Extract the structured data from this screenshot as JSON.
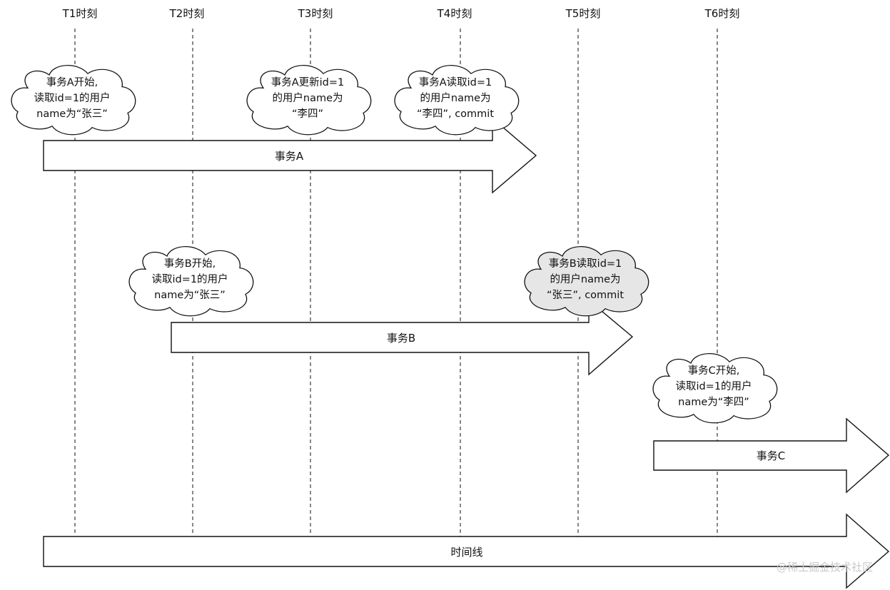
{
  "time_labels": [
    "T1时刻",
    "T2时刻",
    "T3时刻",
    "T4时刻",
    "T5时刻",
    "T6时刻"
  ],
  "clouds": [
    {
      "lines": [
        "事务A开始,",
        "读取id=1的用户",
        "name为“张三”"
      ],
      "highlight": false
    },
    {
      "lines": [
        "事务A更新id=1",
        "的用户name为",
        "“李四”"
      ],
      "highlight": false
    },
    {
      "lines": [
        "事务A读取id=1",
        "的用户name为",
        "“李四”, commit"
      ],
      "highlight": false
    },
    {
      "lines": [
        "事务B开始,",
        "读取id=1的用户",
        "name为“张三”"
      ],
      "highlight": false
    },
    {
      "lines": [
        "事务B读取id=1",
        "的用户name为",
        "“张三”, commit"
      ],
      "highlight": true
    },
    {
      "lines": [
        "事务C开始,",
        "读取id=1的用户",
        "name为“李四”"
      ],
      "highlight": false
    }
  ],
  "arrows": [
    {
      "label": "事务A"
    },
    {
      "label": "事务B"
    },
    {
      "label": "事务C"
    },
    {
      "label": "时间线"
    }
  ],
  "watermark": "@稀土掘金技术社区",
  "colors": {
    "stroke": "#111111",
    "cloud_fill": "#ffffff",
    "cloud_highlight_fill": "#e6e6e6",
    "watermark": "#c8c8c8"
  }
}
